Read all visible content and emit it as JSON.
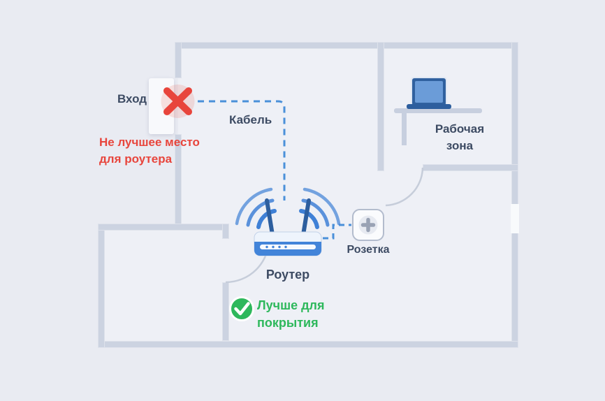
{
  "labels": {
    "entrance": "Вход",
    "cable": "Кабель",
    "bad_place_line1": "Не лучшее место",
    "bad_place_line2": "для роутера",
    "router": "Роутер",
    "outlet": "Розетка",
    "good_line1": "Лучше для",
    "good_line2": "покрытия",
    "work_zone_line1": "Рабочая",
    "work_zone_line2": "зона"
  },
  "icons": {
    "cross": "✕",
    "check": "✓",
    "outlet_plus": "✚",
    "wifi": "wifi-waves",
    "laptop": "laptop"
  },
  "colors": {
    "background": "#e9ebf2",
    "floor": "#eef0f6",
    "wall": "#ccd3e1",
    "text": "#3d4b63",
    "bad": "#e8453c",
    "good": "#2eb85c",
    "cable": "#4a90d9",
    "router_blue": "#3f80d6",
    "router_dark": "#2d5e9e",
    "furniture": "#c7cfdf",
    "outlet_gray": "#99a2b4"
  }
}
